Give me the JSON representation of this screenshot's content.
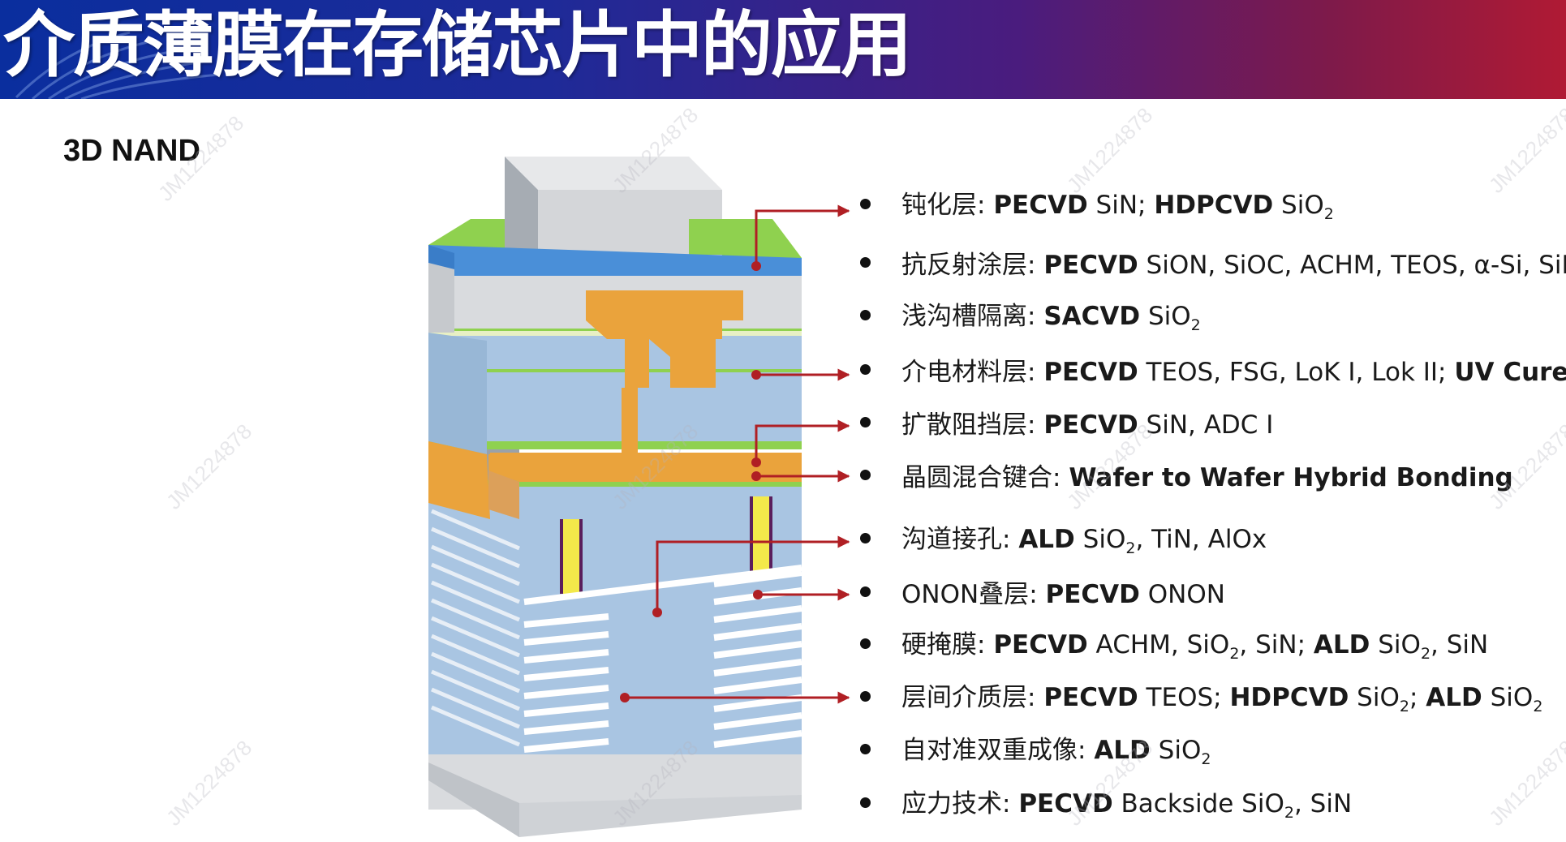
{
  "header": {
    "title": "介质薄膜在存储芯片中的应用"
  },
  "subtitle": "3D NAND",
  "watermark_text": "JM1224878",
  "colors": {
    "title_gradient_start": "#0a2e9e",
    "title_gradient_end": "#b01a34",
    "pointer_arrow": "#b01f24",
    "layer_blue": "#a9c5e2",
    "layer_gray": "#d9dbde",
    "orange_interconnect": "#eaa33c",
    "green_film": "#8fd14f",
    "passivation_blue": "#4a8fd8"
  },
  "applications": [
    {
      "name": "钝化层",
      "parts": [
        {
          "text": "PECVD",
          "bold": true
        },
        {
          "text": " SiN; ",
          "bold": false
        },
        {
          "text": "HDPCVD",
          "bold": true
        },
        {
          "text": " SiO",
          "bold": false
        },
        {
          "text": "2",
          "sub": true
        }
      ]
    },
    {
      "name": "抗反射涂层",
      "parts": [
        {
          "text": " PECVD",
          "bold": true
        },
        {
          "text": " SiON, SiOC, ACHM, TEOS, α-Si, SiN",
          "bold": false
        }
      ]
    },
    {
      "name": "浅沟槽隔离",
      "parts": [
        {
          "text": "SACVD",
          "bold": true
        },
        {
          "text": " SiO",
          "bold": false
        },
        {
          "text": "2",
          "sub": true
        }
      ]
    },
    {
      "name": "介电材料层",
      "parts": [
        {
          "text": "PECVD",
          "bold": true
        },
        {
          "text": " TEOS, FSG, LoK I, Lok II; ",
          "bold": false
        },
        {
          "text": "UV Cure",
          "bold": true
        }
      ]
    },
    {
      "name": "扩散阻挡层",
      "parts": [
        {
          "text": "PECVD",
          "bold": true
        },
        {
          "text": " SiN, ADC I",
          "bold": false
        }
      ]
    },
    {
      "name": "晶圆混合键合",
      "parts": [
        {
          "text": "Wafer to Wafer Hybrid Bonding",
          "bold": true
        }
      ]
    },
    {
      "name": "沟道接孔",
      "parts": [
        {
          "text": "ALD",
          "bold": true
        },
        {
          "text": " SiO",
          "bold": false
        },
        {
          "text": "2",
          "sub": true
        },
        {
          "text": ", TiN, AlOx",
          "bold": false
        }
      ]
    },
    {
      "name": "ONON叠层",
      "parts": [
        {
          "text": "PECVD",
          "bold": true
        },
        {
          "text": "  ONON",
          "bold": false
        }
      ]
    },
    {
      "name": "硬掩膜",
      "parts": [
        {
          "text": "PECVD",
          "bold": true
        },
        {
          "text": " ACHM, SiO",
          "bold": false
        },
        {
          "text": "2",
          "sub": true
        },
        {
          "text": ", SiN; ",
          "bold": false
        },
        {
          "text": "ALD",
          "bold": true
        },
        {
          "text": " SiO",
          "bold": false
        },
        {
          "text": "2",
          "sub": true
        },
        {
          "text": ", SiN",
          "bold": false
        }
      ]
    },
    {
      "name": "层间介质层",
      "parts": [
        {
          "text": "PECVD",
          "bold": true
        },
        {
          "text": " TEOS; ",
          "bold": false
        },
        {
          "text": "HDPCVD",
          "bold": true
        },
        {
          "text": " SiO",
          "bold": false
        },
        {
          "text": "2",
          "sub": true
        },
        {
          "text": "; ",
          "bold": false
        },
        {
          "text": "ALD",
          "bold": true
        },
        {
          "text": " SiO",
          "bold": false
        },
        {
          "text": "2",
          "sub": true
        }
      ]
    },
    {
      "name": "自对准双重成像",
      "parts": [
        {
          "text": "ALD",
          "bold": true
        },
        {
          "text": " SiO",
          "bold": false
        },
        {
          "text": "2",
          "sub": true
        }
      ]
    },
    {
      "name": "应力技术",
      "parts": [
        {
          "text": "PECVD",
          "bold": true
        },
        {
          "text": " Backside SiO",
          "bold": false
        },
        {
          "text": "2",
          "sub": true
        },
        {
          "text": ", SiN",
          "bold": false
        }
      ]
    }
  ]
}
